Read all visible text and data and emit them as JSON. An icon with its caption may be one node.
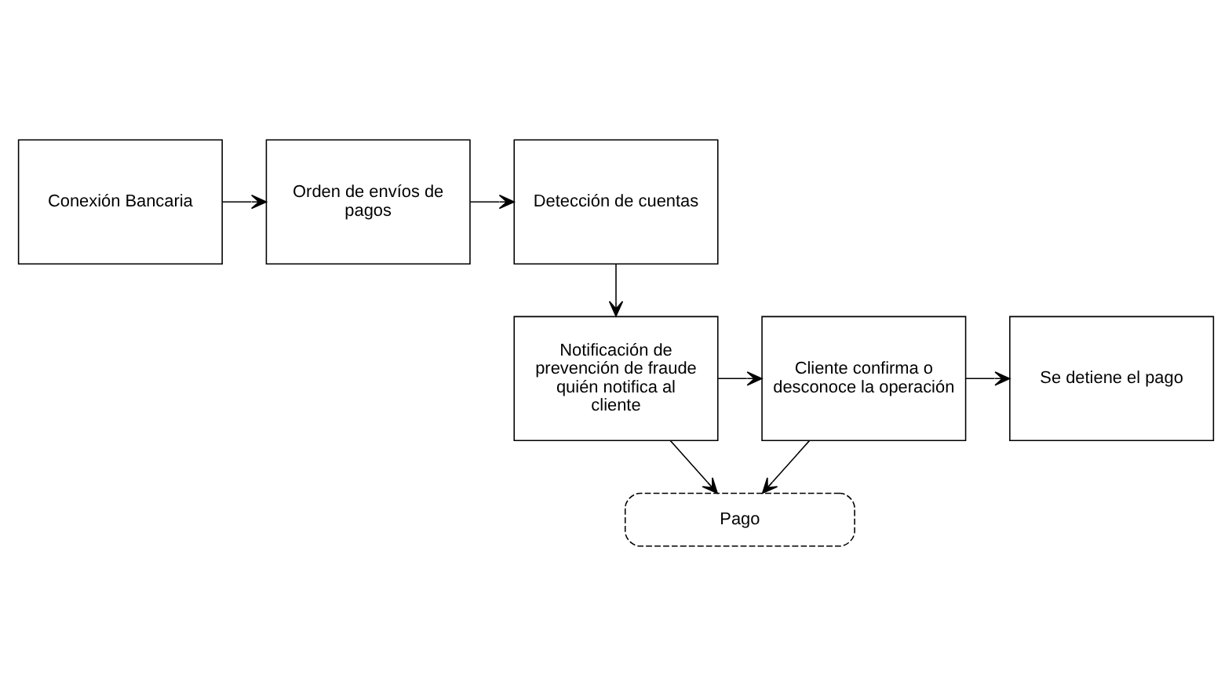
{
  "diagram": {
    "nodes": [
      {
        "text": [
          "Conexión Bancaria"
        ]
      },
      {
        "text": [
          "Orden de envíos de pagos"
        ]
      },
      {
        "text": [
          "Detección de cuentas"
        ]
      },
      {
        "text": [
          "Notificación de prevención de fraude quién notifica al cliente"
        ]
      },
      {
        "text": [
          "Cliente confirma o desconoce la operación"
        ]
      },
      {
        "text": [
          "Se detiene el pago"
        ]
      },
      {
        "text": [
          "Pago"
        ]
      }
    ],
    "edges": [
      {
        "from": 0,
        "to": 1,
        "arrow": "to"
      },
      {
        "from": 1,
        "to": 2,
        "arrow": "to"
      },
      {
        "from": 2,
        "to": 3,
        "arrow": "to"
      },
      {
        "from": 3,
        "to": 4,
        "arrow": "to"
      },
      {
        "from": 4,
        "to": 5,
        "arrow": "to"
      },
      {
        "from": 3,
        "to": 6,
        "arrow": "to"
      },
      {
        "from": 4,
        "to": 6,
        "arrow": "to"
      }
    ]
  }
}
